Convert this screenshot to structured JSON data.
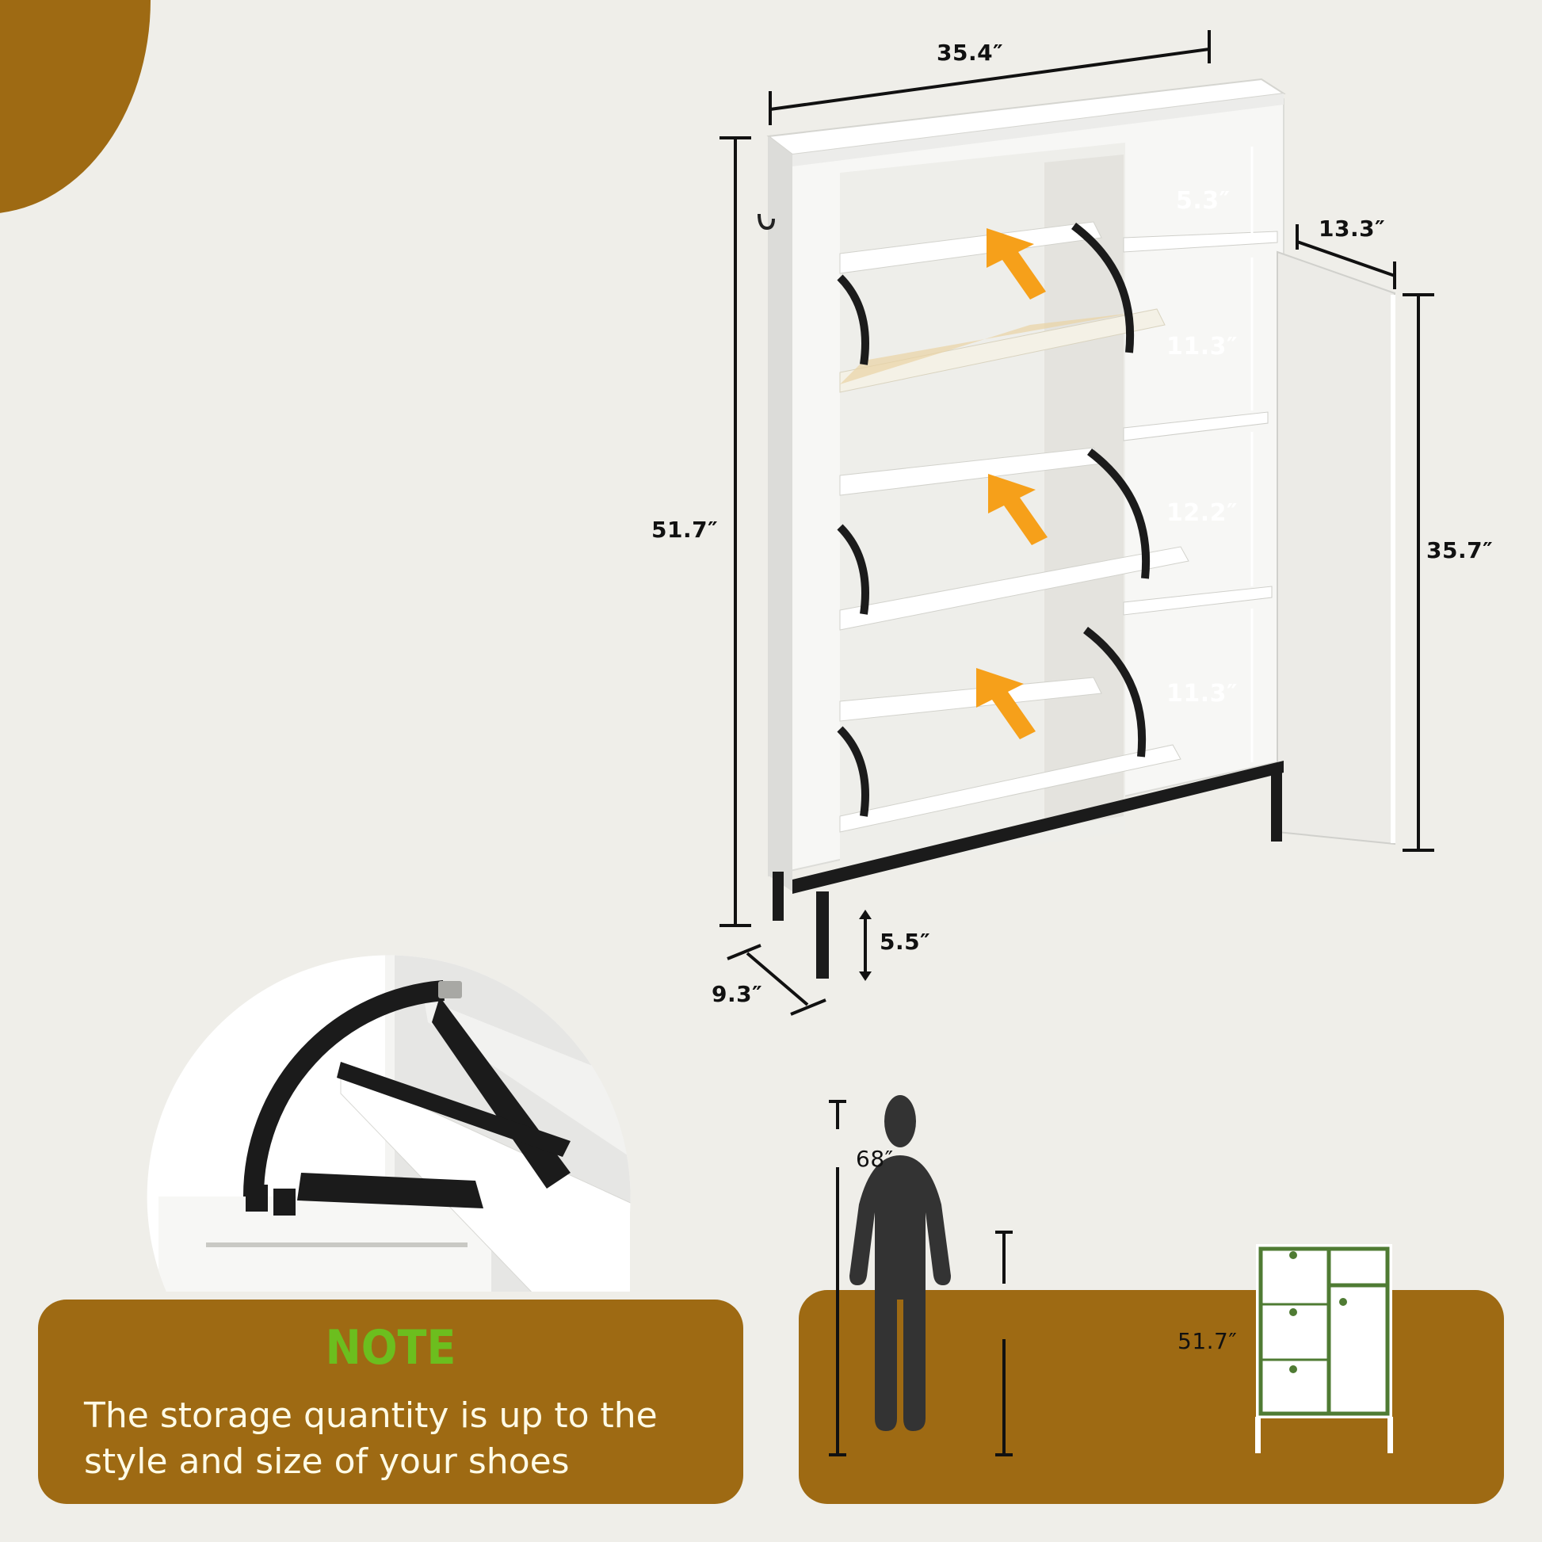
{
  "theme": {
    "background": "#efeee9",
    "accent_brown": "#9e6a13",
    "note_green": "#6cbe1e",
    "cabinet_icon_green": "#4f7b33",
    "arrow_orange": "#f6a01a",
    "person_gray": "#333333"
  },
  "product": {
    "type": "white flip-drawer shoe cabinet with side door",
    "flip_drawers": 3,
    "side_shelves": 4
  },
  "dimensions": {
    "width": "35.4″",
    "total_height": "51.7″",
    "top_compartment": "5.3″",
    "door_depth": "13.3″",
    "shelf_1": "11.3″",
    "shelf_2": "12.2″",
    "shelf_3": "11.3″",
    "door_height": "35.7″",
    "leg_height": "5.5″",
    "depth": "9.3″"
  },
  "note": {
    "title": "NOTE",
    "body": "The storage quantity is up to the style and size of your shoes"
  },
  "scale_comparison": {
    "person_height": "68″",
    "cabinet_height": "51.7″"
  }
}
